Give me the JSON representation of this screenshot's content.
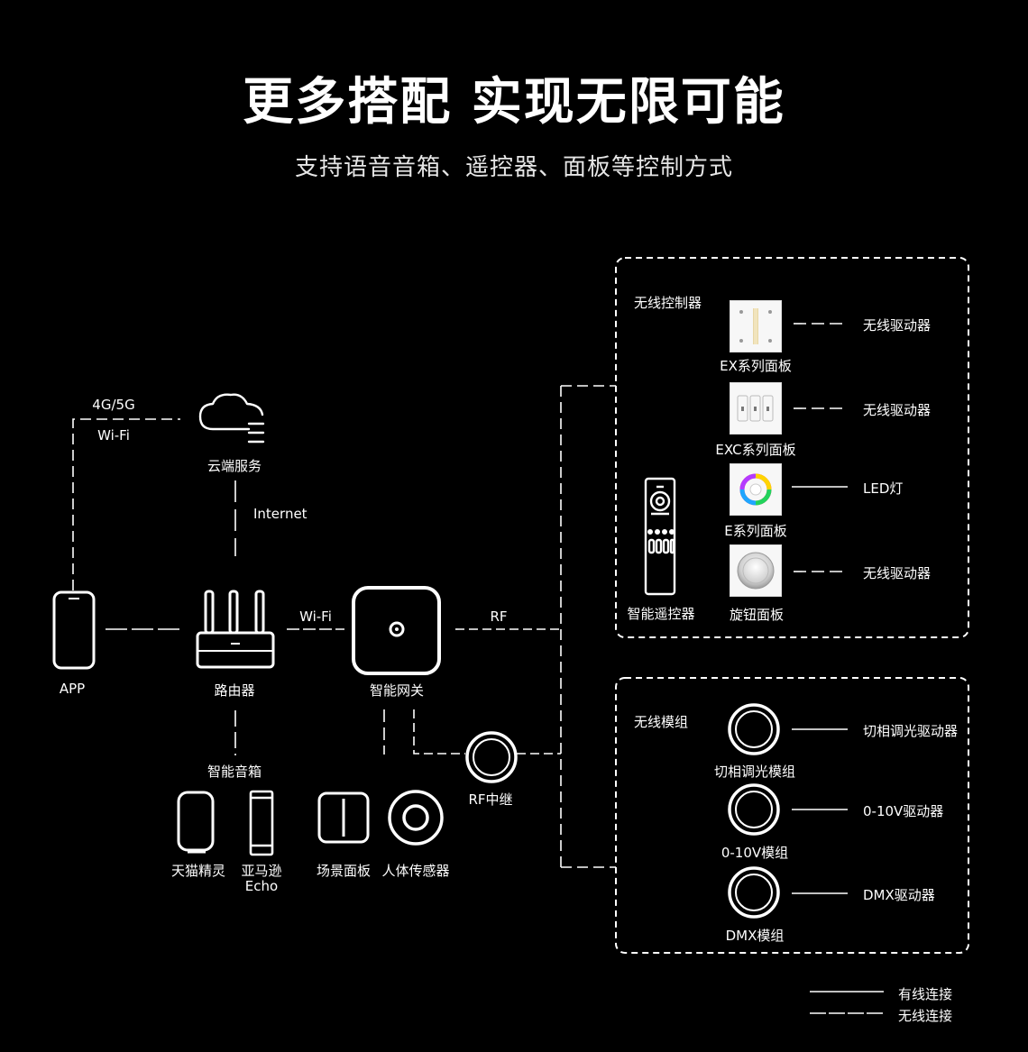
{
  "title": "更多搭配  实现无限可能",
  "subtitle": "支持语音音箱、遥控器、面板等控制方式",
  "colors": {
    "background": "#000000",
    "foreground": "#ffffff"
  },
  "left": {
    "net_4g": "4G/5G",
    "net_wifi": "Wi-Fi",
    "cloud": "云端服务",
    "internet": "Internet",
    "app": "APP",
    "router": "路由器",
    "wifi_link": "Wi-Fi",
    "gateway": "智能网关",
    "rf_link": "RF",
    "speaker_group": "智能音箱",
    "tmall": "天猫精灵",
    "amazon_line1": "亚马逊",
    "amazon_line2": "Echo",
    "scene_panel": "场景面板",
    "body_sensor": "人体传感器",
    "rf_relay": "RF中继"
  },
  "controllers": {
    "group_title": "无线控制器",
    "ex_panel": "EX系列面板",
    "ex_target": "无线驱动器",
    "exc_panel": "EXC系列面板",
    "exc_target": "无线驱动器",
    "e_panel": "E系列面板",
    "e_target": "LED灯",
    "knob_panel": "旋钮面板",
    "knob_target": "无线驱动器",
    "remote": "智能遥控器"
  },
  "modules": {
    "group_title": "无线模组",
    "phase": "切相调光模组",
    "phase_target": "切相调光驱动器",
    "v010": "0-10V模组",
    "v010_target": "0-10V驱动器",
    "dmx": "DMX模组",
    "dmx_target": "DMX驱动器"
  },
  "legend": {
    "wired": "有线连接",
    "wireless": "无线连接"
  }
}
